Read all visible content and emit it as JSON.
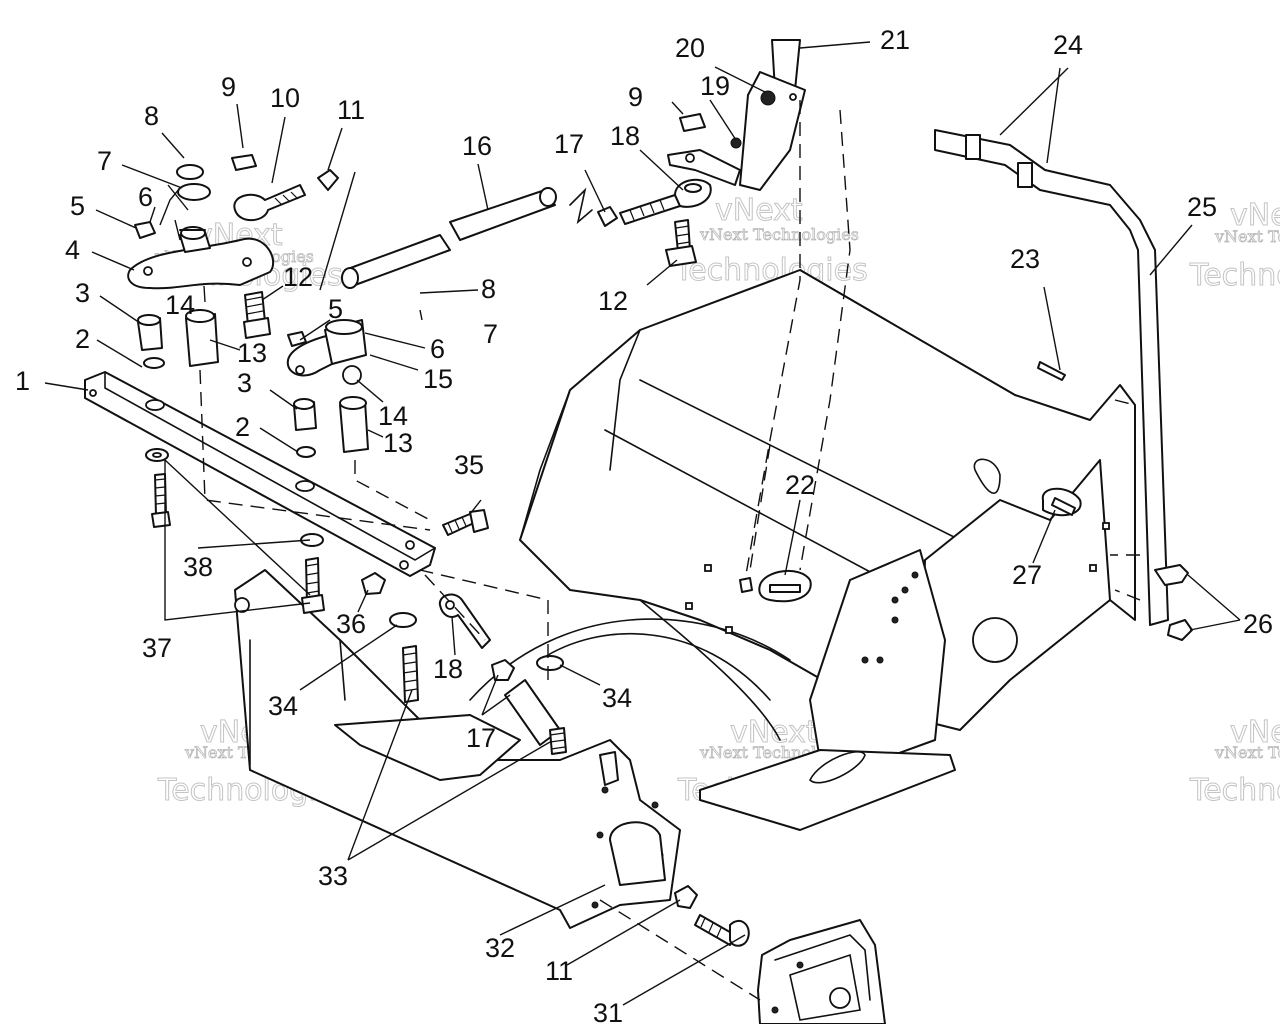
{
  "watermark": {
    "line1": "vNext Technologies",
    "line2": "Technologies",
    "line3": "vNext"
  },
  "callouts": [
    {
      "id": "1",
      "text": "1"
    },
    {
      "id": "2a",
      "text": "2"
    },
    {
      "id": "2b",
      "text": "2"
    },
    {
      "id": "3a",
      "text": "3"
    },
    {
      "id": "3b",
      "text": "3"
    },
    {
      "id": "4",
      "text": "4"
    },
    {
      "id": "5a",
      "text": "5"
    },
    {
      "id": "5b",
      "text": "5"
    },
    {
      "id": "6a",
      "text": "6"
    },
    {
      "id": "6b",
      "text": "6"
    },
    {
      "id": "7a",
      "text": "7"
    },
    {
      "id": "7b",
      "text": "7"
    },
    {
      "id": "8a",
      "text": "8"
    },
    {
      "id": "8b",
      "text": "8"
    },
    {
      "id": "9a",
      "text": "9"
    },
    {
      "id": "9b",
      "text": "9"
    },
    {
      "id": "10",
      "text": "10"
    },
    {
      "id": "11a",
      "text": "11"
    },
    {
      "id": "11b",
      "text": "11"
    },
    {
      "id": "12a",
      "text": "12"
    },
    {
      "id": "12b",
      "text": "12"
    },
    {
      "id": "13a",
      "text": "13"
    },
    {
      "id": "13b",
      "text": "13"
    },
    {
      "id": "14a",
      "text": "14"
    },
    {
      "id": "14b",
      "text": "14"
    },
    {
      "id": "15",
      "text": "15"
    },
    {
      "id": "16",
      "text": "16"
    },
    {
      "id": "17a",
      "text": "17"
    },
    {
      "id": "17b",
      "text": "17"
    },
    {
      "id": "18a",
      "text": "18"
    },
    {
      "id": "18b",
      "text": "18"
    },
    {
      "id": "19",
      "text": "19"
    },
    {
      "id": "20",
      "text": "20"
    },
    {
      "id": "21",
      "text": "21"
    },
    {
      "id": "22",
      "text": "22"
    },
    {
      "id": "23",
      "text": "23"
    },
    {
      "id": "24",
      "text": "24"
    },
    {
      "id": "25",
      "text": "25"
    },
    {
      "id": "26",
      "text": "26"
    },
    {
      "id": "27",
      "text": "27"
    },
    {
      "id": "31",
      "text": "31"
    },
    {
      "id": "32",
      "text": "32"
    },
    {
      "id": "33",
      "text": "33"
    },
    {
      "id": "34a",
      "text": "34"
    },
    {
      "id": "34b",
      "text": "34"
    },
    {
      "id": "35",
      "text": "35"
    },
    {
      "id": "36",
      "text": "36"
    },
    {
      "id": "37",
      "text": "37"
    },
    {
      "id": "38",
      "text": "38"
    }
  ]
}
